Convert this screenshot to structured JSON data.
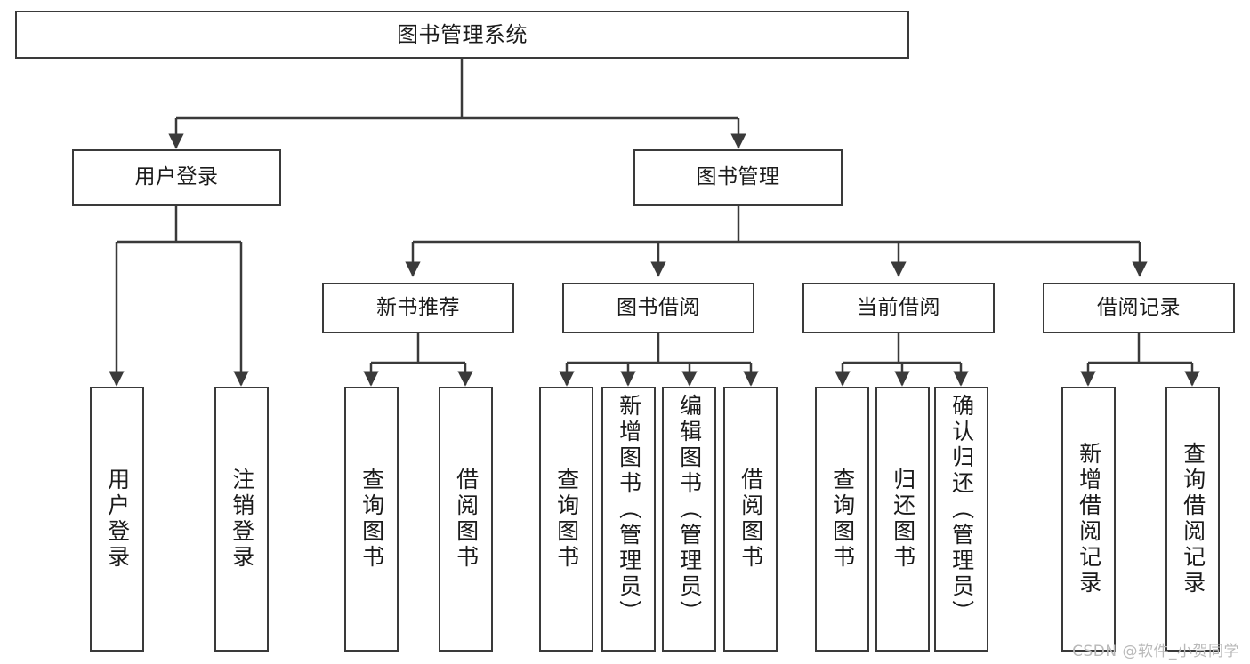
{
  "diagram": {
    "title": "图书管理系统",
    "type": "tree-hierarchy-chart",
    "stroke_color": "#3a3a3a",
    "fill_color": "#ffffff",
    "text_color": "#1b1b1b"
  },
  "nodes": {
    "root": {
      "label": "图书管理系统"
    },
    "level2": [
      {
        "label": "用户登录"
      },
      {
        "label": "图书管理"
      }
    ],
    "level3": [
      {
        "label": "新书推荐"
      },
      {
        "label": "图书借阅"
      },
      {
        "label": "当前借阅"
      },
      {
        "label": "借阅记录"
      }
    ],
    "leaves_user_login": [
      {
        "label": "用户登录"
      },
      {
        "label": "注销登录"
      }
    ],
    "leaves_new_book": [
      {
        "label": "查询图书"
      },
      {
        "label": "借阅图书"
      }
    ],
    "leaves_borrow": [
      {
        "label": "查询图书"
      },
      {
        "label": "新增图书（管理员）"
      },
      {
        "label": "编辑图书（管理员）"
      },
      {
        "label": "借阅图书"
      }
    ],
    "leaves_current": [
      {
        "label": "查询图书"
      },
      {
        "label": "归还图书"
      },
      {
        "label": "确认归还（管理员）"
      }
    ],
    "leaves_records": [
      {
        "label": "新增借阅记录"
      },
      {
        "label": "查询借阅记录"
      }
    ]
  },
  "watermark": {
    "text": "CSDN @软件_小贺同学"
  }
}
